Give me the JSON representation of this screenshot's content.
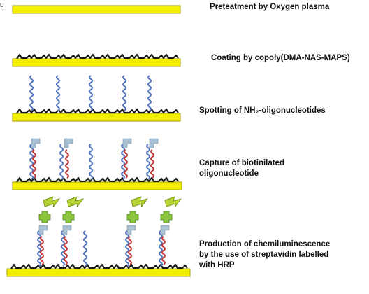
{
  "figure": {
    "corner_letter": "u",
    "steps": [
      {
        "label_lines": [
          "Preteatment by Oxygen plasma"
        ],
        "surface": {
          "polymer": false,
          "probes": false,
          "captured": false,
          "streptavidin": false
        }
      },
      {
        "label_lines": [
          "Coating by copoly(DMA-NAS-MAPS)"
        ],
        "surface": {
          "polymer": true,
          "probes": false,
          "captured": false,
          "streptavidin": false
        }
      },
      {
        "label_lines": [
          "Spotting of NH₂-oligonucleotides"
        ],
        "surface": {
          "polymer": true,
          "probes": true,
          "captured": false,
          "streptavidin": false
        }
      },
      {
        "label_lines": [
          "Capture of biotinilated",
          "oligonucleotide"
        ],
        "surface": {
          "polymer": true,
          "probes": true,
          "captured": true,
          "streptavidin": false
        }
      },
      {
        "label_lines": [
          "Production of chemiluminescence",
          "by the use of streptavidin labelled",
          "with HRP"
        ],
        "surface": {
          "polymer": true,
          "probes": true,
          "captured": true,
          "streptavidin": true
        }
      }
    ]
  },
  "colors": {
    "substrate_fill": "#f2ee00",
    "substrate_stroke": "#a89d00",
    "polymer": "#1a1a1a",
    "probe_strand": "#5577c0",
    "captured_strand": "#c23a3a",
    "biotin_tag": "#a7c0d4",
    "streptavidin": "#8cc63f",
    "bolt": "#b5d334"
  }
}
